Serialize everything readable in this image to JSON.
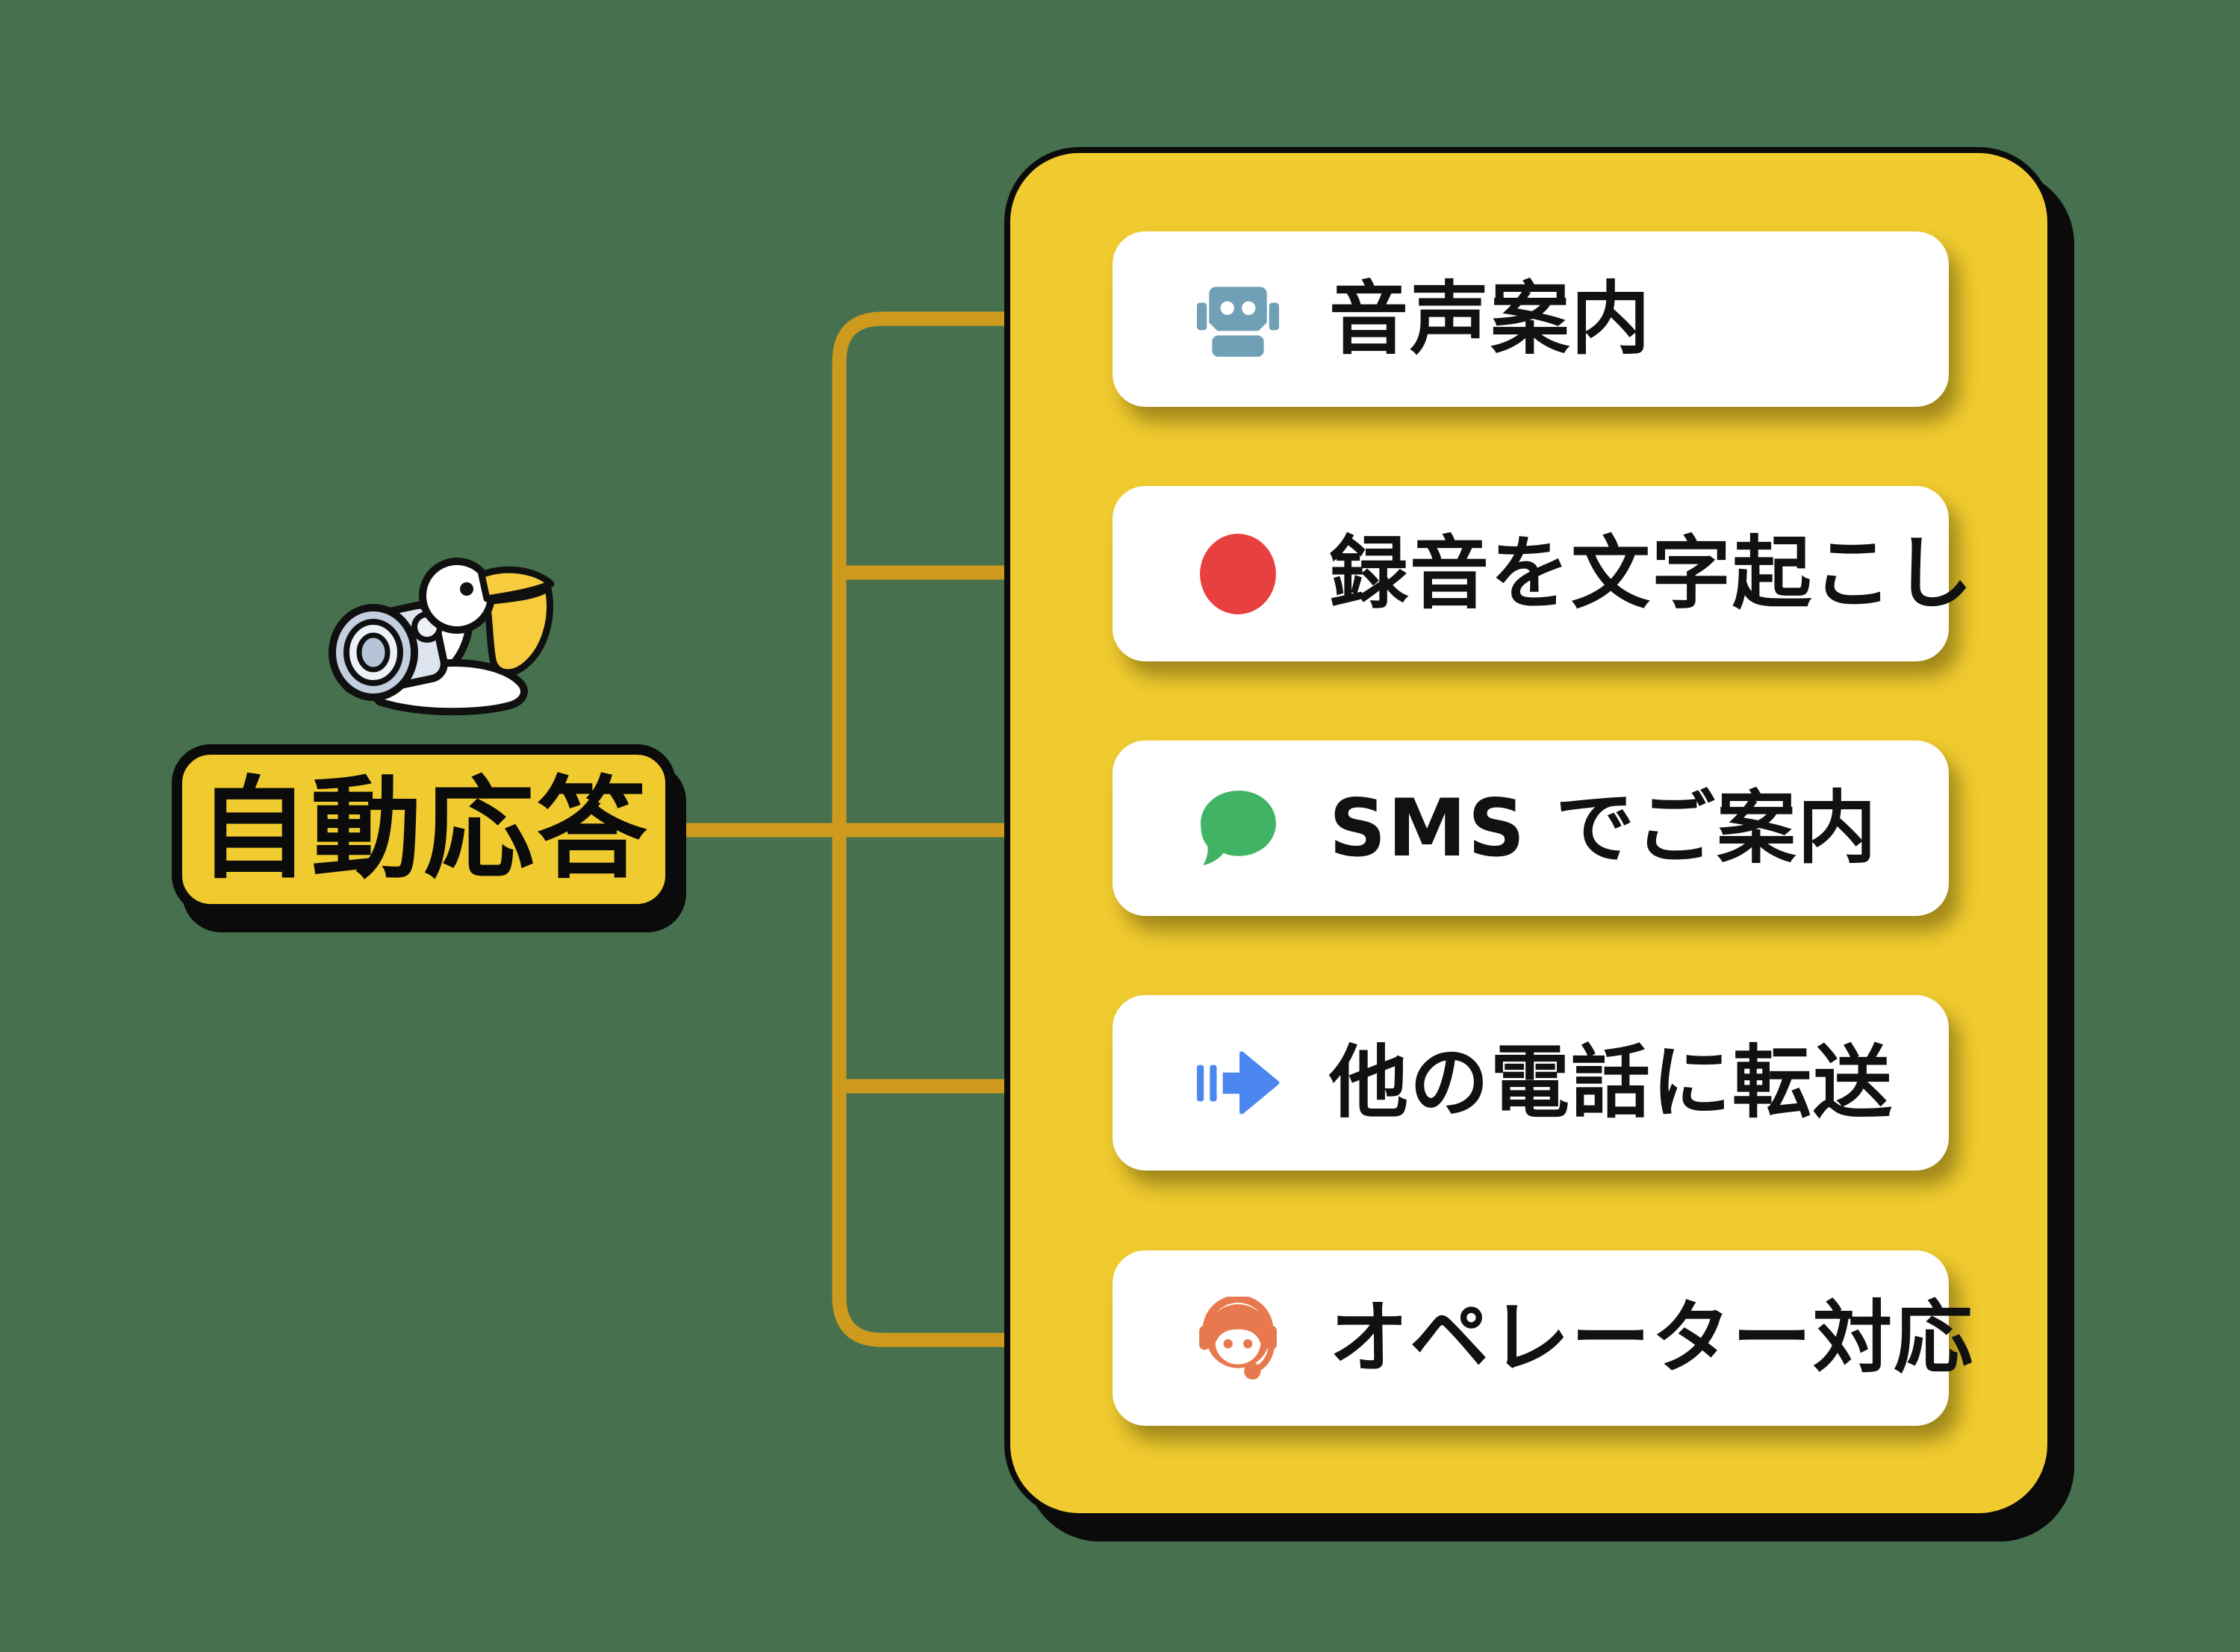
{
  "colors": {
    "background": "#47714E",
    "panel_yellow": "#F0CB2F",
    "connector_gold": "#CE9A1E",
    "outline_black": "#0B0B0B",
    "card_white": "#FFFFFF",
    "robot_blue": "#6FA0B5",
    "record_red": "#E8403F",
    "sms_green": "#41B364",
    "forward_blue": "#4B87EE",
    "operator_orange": "#E8794E",
    "beak_yellow": "#F6CB3D"
  },
  "source_node": {
    "label": "自動応答"
  },
  "mascot": {
    "name": "pelican-with-telephone"
  },
  "options": [
    {
      "label": "音声案内",
      "icon": "robot-icon",
      "icon_color": "#6FA0B5"
    },
    {
      "label": "録音を文字起こし",
      "icon": "record-icon",
      "icon_color": "#E8403F"
    },
    {
      "label": "SMS でご案内",
      "icon": "sms-bubble-icon",
      "icon_color": "#41B364"
    },
    {
      "label": "他の電話に転送",
      "icon": "forward-arrow-icon",
      "icon_color": "#4B87EE"
    },
    {
      "label": "オペレーター対応",
      "icon": "operator-headset-icon",
      "icon_color": "#E8794E"
    }
  ]
}
